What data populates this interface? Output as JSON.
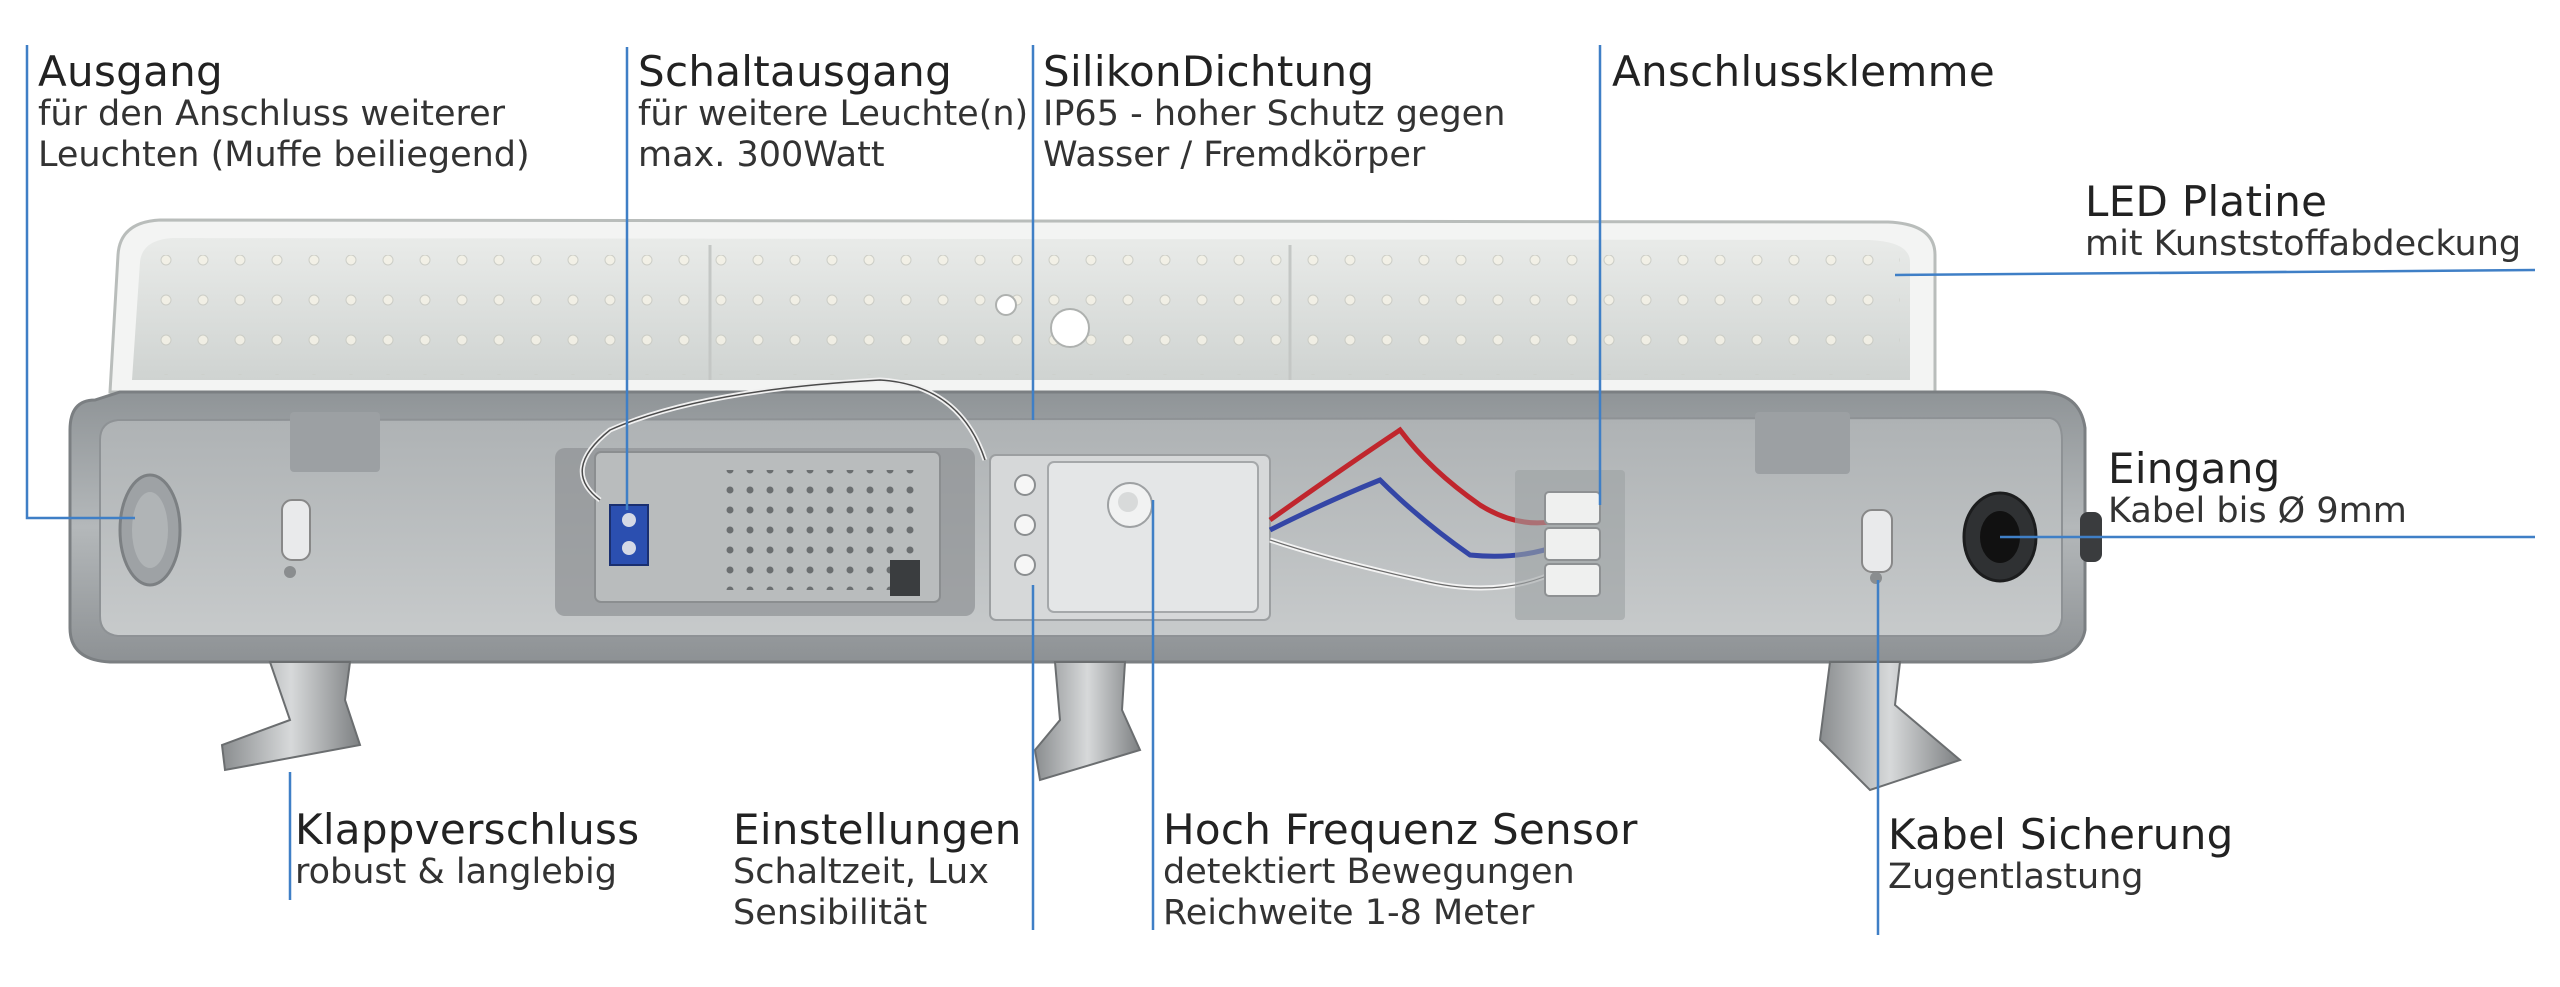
{
  "labels": {
    "ausgang": {
      "title": "Ausgang",
      "lines": [
        "für den Anschluss weiterer",
        "Leuchten (Muffe beiliegend)"
      ]
    },
    "schaltausgang": {
      "title": "Schaltausgang",
      "lines": [
        "für weitere Leuchte(n)",
        "max. 300Watt"
      ]
    },
    "silikon": {
      "title": "SilikonDichtung",
      "lines": [
        "IP65 - hoher Schutz gegen",
        "Wasser / Fremdkörper"
      ]
    },
    "anschlussklemme": {
      "title": "Anschlussklemme",
      "lines": []
    },
    "led": {
      "title": "LED Platine",
      "lines": [
        "mit Kunststoffabdeckung"
      ]
    },
    "eingang": {
      "title": "Eingang",
      "lines": [
        "Kabel bis Ø 9mm"
      ]
    },
    "klapp": {
      "title": "Klappverschluss",
      "lines": [
        "robust & langlebig"
      ]
    },
    "einstellungen": {
      "title": "Einstellungen",
      "lines": [
        "Schaltzeit, Lux",
        "Sensibilität"
      ]
    },
    "sensor": {
      "title": "Hoch Frequenz Sensor",
      "lines": [
        "detektiert Bewegungen",
        "Reichweite 1-8 Meter"
      ]
    },
    "kabel": {
      "title": "Kabel Sicherung",
      "lines": [
        "Zugentlastung"
      ]
    }
  },
  "colors": {
    "leader_line": "#3f7fc6",
    "housing": "#a9aeb1",
    "tray": "#c3c6c8",
    "cover": "#d9dcda",
    "terminal_blue": "#2b4fb0",
    "wire_red": "#c0262d",
    "wire_blue": "#3446a6"
  }
}
